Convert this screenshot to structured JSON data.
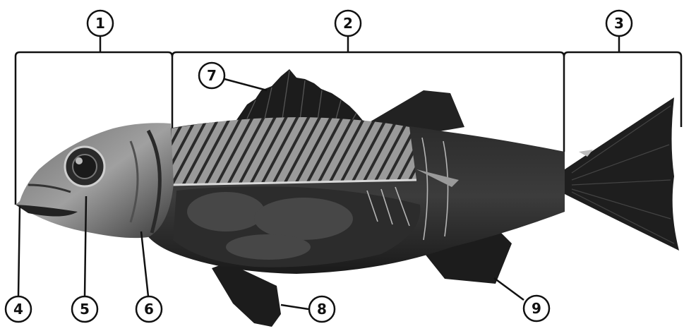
{
  "colors": {
    "background": "#ffffff",
    "line": "#111111",
    "fish_dark": "#1c1c1c",
    "fish_mid": "#3a3a3a",
    "fish_light": "#8a8a8a",
    "fish_highlight": "#cfcfcf"
  },
  "callouts": {
    "c1": "1",
    "c2": "2",
    "c3": "3",
    "c4": "4",
    "c5": "5",
    "c6": "6",
    "c7": "7",
    "c8": "8",
    "c9": "9"
  }
}
